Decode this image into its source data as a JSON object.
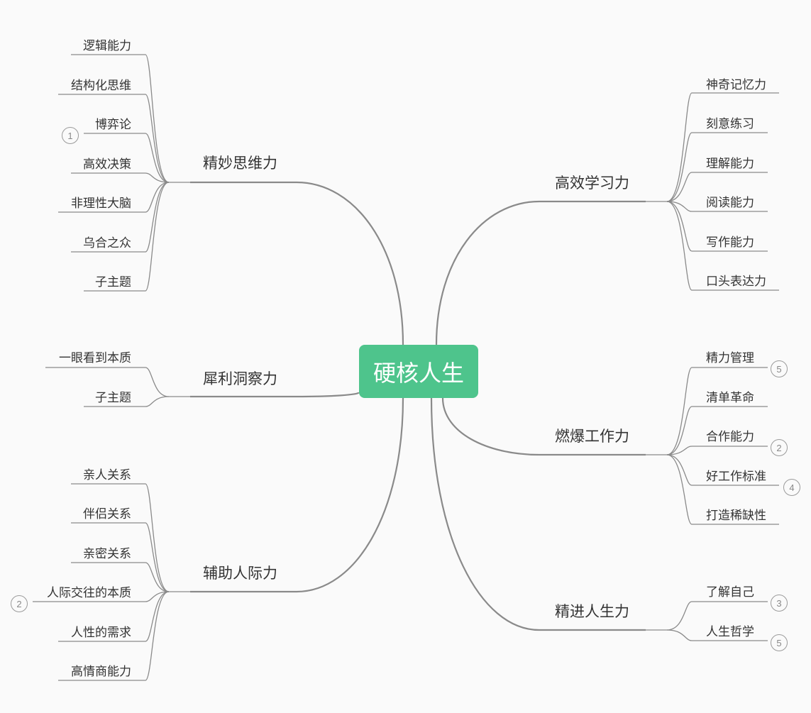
{
  "root": {
    "label": "硬核人生",
    "color": "#4ec48c"
  },
  "line_color": "#8a8a8a",
  "branches": [
    {
      "id": "b1",
      "label": "精妙思维力",
      "side": "left",
      "leaves": [
        {
          "label": "逻辑能力"
        },
        {
          "label": "结构化思维"
        },
        {
          "label": "博弈论",
          "badge": "1"
        },
        {
          "label": "高效决策"
        },
        {
          "label": "非理性大脑"
        },
        {
          "label": "乌合之众"
        },
        {
          "label": "子主题"
        }
      ]
    },
    {
      "id": "b2",
      "label": "犀利洞察力",
      "side": "left",
      "leaves": [
        {
          "label": "一眼看到本质"
        },
        {
          "label": "子主题"
        }
      ]
    },
    {
      "id": "b3",
      "label": "辅助人际力",
      "side": "left",
      "leaves": [
        {
          "label": "亲人关系"
        },
        {
          "label": "伴侣关系"
        },
        {
          "label": "亲密关系"
        },
        {
          "label": "人际交往的本质",
          "badge": "2"
        },
        {
          "label": "人性的需求"
        },
        {
          "label": "高情商能力"
        }
      ]
    },
    {
      "id": "b4",
      "label": "高效学习力",
      "side": "right",
      "leaves": [
        {
          "label": "神奇记忆力"
        },
        {
          "label": "刻意练习"
        },
        {
          "label": "理解能力"
        },
        {
          "label": "阅读能力"
        },
        {
          "label": "写作能力"
        },
        {
          "label": "口头表达力"
        }
      ]
    },
    {
      "id": "b5",
      "label": "燃爆工作力",
      "side": "right",
      "leaves": [
        {
          "label": "精力管理",
          "badge": "5"
        },
        {
          "label": "清单革命"
        },
        {
          "label": "合作能力",
          "badge": "2"
        },
        {
          "label": "好工作标准",
          "badge": "4"
        },
        {
          "label": "打造稀缺性"
        }
      ]
    },
    {
      "id": "b6",
      "label": "精进人生力",
      "side": "right",
      "leaves": [
        {
          "label": "了解自己",
          "badge": "3"
        },
        {
          "label": "人生哲学",
          "badge": "5"
        }
      ]
    }
  ]
}
